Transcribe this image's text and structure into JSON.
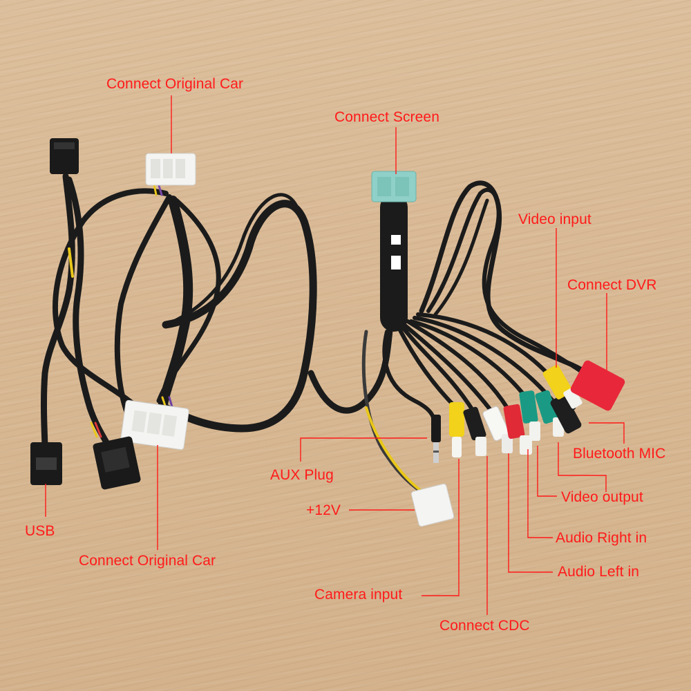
{
  "labels": {
    "connect_original_car_top": "Connect Original Car",
    "connect_screen": "Connect Screen",
    "video_input": "Video input",
    "connect_dvr": "Connect DVR",
    "bluetooth_mic": "Bluetooth MIC",
    "video_output": "Video output",
    "audio_right_in": "Audio Right in",
    "audio_left_in": "Audio Left in",
    "connect_cdc": "Connect CDC",
    "camera_input": "Camera input",
    "aux_plug": "AUX Plug",
    "plus_12v": "+12V",
    "usb": "USB",
    "connect_original_car_bottom": "Connect Original Car"
  },
  "colors": {
    "label_red": "#ff1a1a",
    "cable_black": "#1b1b1b",
    "connector_white": "#f4f4f2",
    "connector_teal": "#8fd0c8",
    "rca_yellow": "#f2d21a",
    "rca_red": "#e02a36",
    "rca_green": "#1a9a84",
    "dvr_red": "#e8283a"
  }
}
